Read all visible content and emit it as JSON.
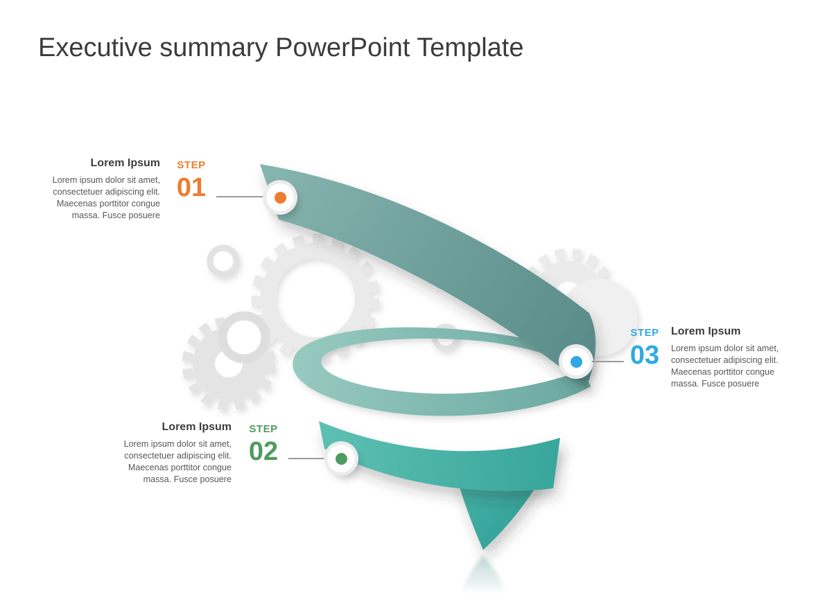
{
  "title": "Executive summary PowerPoint Template",
  "steps": {
    "step1": {
      "label": "STEP",
      "number": "01",
      "heading": "Lorem Ipsum",
      "body_lines": [
        "Lorem ipsum dolor sit amet,",
        "consectetuer adipiscing elit.",
        "Maecenas porttitor congue",
        "massa. Fusce posuere"
      ],
      "accent": "#ED7D31"
    },
    "step2": {
      "label": "STEP",
      "number": "02",
      "heading": "Lorem Ipsum",
      "body_lines": [
        "Lorem ipsum dolor sit amet,",
        "consectetuer adipiscing elit.",
        "Maecenas porttitor congue",
        "massa. Fusce posuere"
      ],
      "accent": "#4E9B5F"
    },
    "step3": {
      "label": "STEP",
      "number": "03",
      "heading": "Lorem Ipsum",
      "body_lines": [
        "Lorem ipsum dolor sit amet,",
        "consectetuer adipiscing elit.",
        "Maecenas porttitor congue",
        "massa. Fusce posuere"
      ],
      "accent": "#2FA9E1"
    }
  },
  "ribbon_colors": {
    "dark_teal": "#6B9C98",
    "medium_teal": "#8FC4BC",
    "bright_teal": "#3AA89D"
  },
  "text_colors": {
    "title": "#3B3B3B",
    "heading": "#3D3D3D",
    "body": "#575757"
  }
}
